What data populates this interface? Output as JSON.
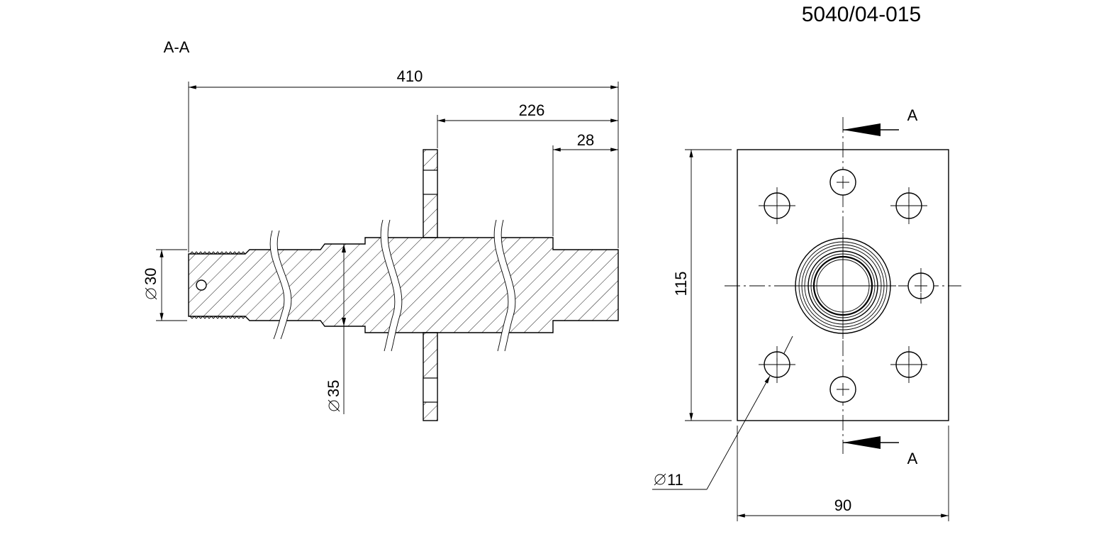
{
  "drawing_number": "5040/04-015",
  "section_label": "A-A",
  "section_view": {
    "dim_overall_length": "410",
    "dim_flange_to_end": "226",
    "dim_end_step": "28",
    "dim_thread_diameter": "30",
    "dim_shaft_diameter": "35"
  },
  "plan_view": {
    "cut_label_top": "A",
    "cut_label_bottom": "A",
    "dim_plate_height": "115",
    "dim_plate_width": "90",
    "dim_hole_diameter": "11"
  },
  "colors": {
    "line": "#000000",
    "background": "#ffffff"
  }
}
